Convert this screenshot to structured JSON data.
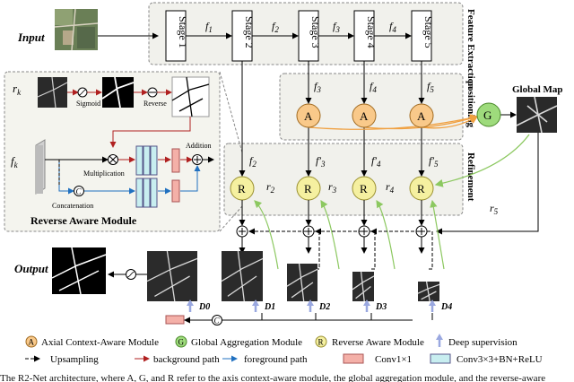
{
  "labels": {
    "input": "Input",
    "output": "Output",
    "feature_extraction": "Feature Extraction",
    "positioning": "positioning",
    "refinement": "Refinement",
    "global_map": "Global Map",
    "reverse_aware_module": "Reverse Aware Module",
    "sigmoid": "Sigmoid",
    "reverse": "Reverse",
    "addition": "Addition",
    "multiplication": "Multiplication",
    "concatenation": "Concatenation",
    "rk": "r",
    "rk_sub": "k",
    "fk": "f",
    "fk_sub": "k"
  },
  "stages": [
    "Stage 1",
    "Stage 2",
    "Stage 3",
    "Stage 4",
    "Stage 5"
  ],
  "features": [
    {
      "base": "f",
      "sub": "1"
    },
    {
      "base": "f",
      "sub": "2"
    },
    {
      "base": "f",
      "sub": "3"
    },
    {
      "base": "f",
      "sub": "4"
    }
  ],
  "pos_features": [
    {
      "base": "f",
      "sub": "3"
    },
    {
      "base": "f",
      "sub": "4"
    },
    {
      "base": "f",
      "sub": "5"
    }
  ],
  "ref_features": [
    {
      "base": "f",
      "sub": "2",
      "prime": ""
    },
    {
      "base": "f",
      "sub": "3",
      "prime": "′"
    },
    {
      "base": "f",
      "sub": "4",
      "prime": "′"
    },
    {
      "base": "f",
      "sub": "5",
      "prime": "′"
    }
  ],
  "r_labels": [
    {
      "base": "r",
      "sub": "2"
    },
    {
      "base": "r",
      "sub": "3"
    },
    {
      "base": "r",
      "sub": "4"
    },
    {
      "base": "r",
      "sub": "5"
    }
  ],
  "nodes": {
    "axial": "A",
    "global": "G",
    "reverse": "R",
    "concat": "C"
  },
  "outputs": [
    "D0",
    "D1",
    "D2",
    "D3",
    "D4"
  ],
  "legend": {
    "axial": "Axial Context-Aware Module",
    "global": "Global Aggregation Module",
    "reverse": "Reverse Aware Module",
    "deep_supervision": "Deep supervision",
    "upsampling": "Upsampling",
    "background_path": "background path",
    "foreground_path": "foreground path",
    "conv1": "Conv1×1",
    "conv3": "Conv3×3+BN+ReLU"
  },
  "caption": "The R2-Net architecture, where A, G, and R refer to the axis context-aware module, the global aggregation module, and the reverse-aware",
  "colors": {
    "orange_node": "#f9c98a",
    "green_node": "#9edb7c",
    "yellow_node": "#f5f0a0",
    "orange_arrow": "#f0a040",
    "green_arrow": "#8cc860",
    "red_path": "#b02020",
    "blue_path": "#2070c0",
    "conv1": "#f4b0a8",
    "conv3": "#c8eef0",
    "ds_arrow": "#9aa8e0",
    "panel_bg": "#f4f4ee"
  }
}
